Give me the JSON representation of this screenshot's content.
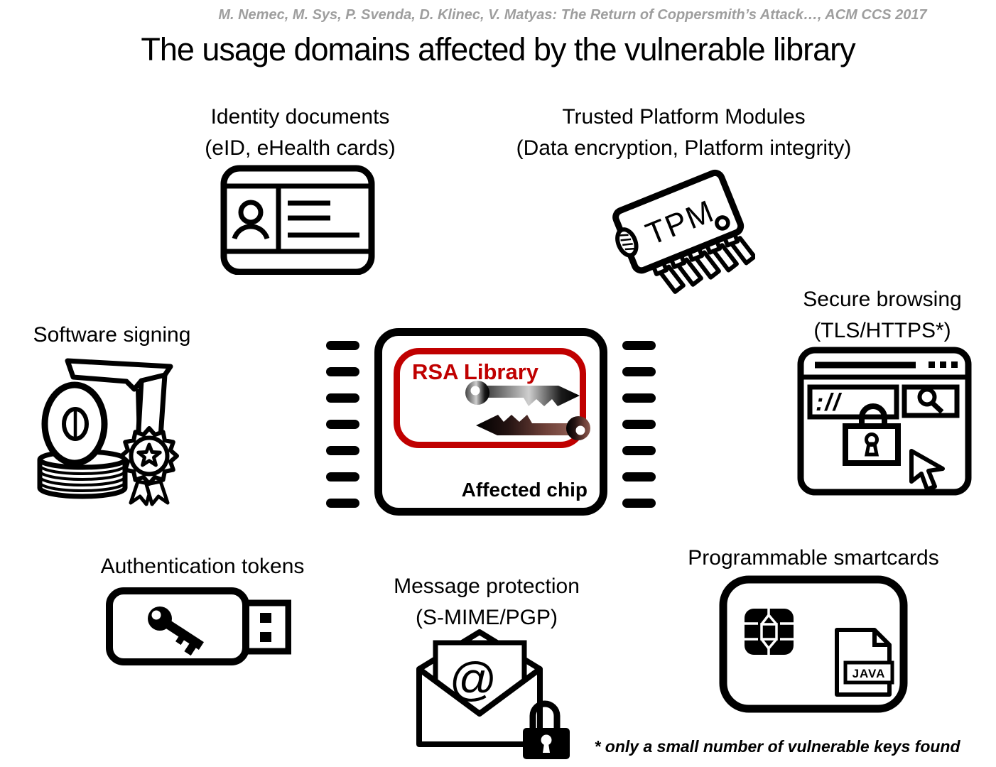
{
  "slide": {
    "attribution": "M. Nemec, M. Sys, P. Svenda, D. Klinec, V. Matyas: The Return of Coppersmith’s Attack…, ACM CCS 2017",
    "title": "The usage domains affected by the vulnerable library",
    "footnote": "* only a small number of vulnerable keys found"
  },
  "domains": {
    "identity_documents": {
      "title": "Identity documents",
      "subtitle": "(eID, eHealth cards)"
    },
    "tpm": {
      "title": "Trusted Platform Modules",
      "subtitle": "(Data encryption, Platform integrity)",
      "chip_text": "TPM"
    },
    "secure_browsing": {
      "title": "Secure browsing",
      "subtitle": "(TLS/HTTPS*)",
      "address_bar_text": "://"
    },
    "software_signing": {
      "title": "Software signing"
    },
    "authentication_tokens": {
      "title": "Authentication tokens"
    },
    "message_protection": {
      "title": "Message protection",
      "subtitle": "(S-MIME/PGP)",
      "at_sign": "@"
    },
    "programmable_smartcards": {
      "title": "Programmable smartcards",
      "file_label": "JAVA"
    }
  },
  "affected_chip": {
    "library_label": "RSA Library",
    "chip_label": "Affected chip"
  },
  "colors": {
    "accent_red": "#C00000",
    "attribution_gray": "#9E9E9E",
    "ink": "#000000",
    "background": "#FFFFFF"
  }
}
